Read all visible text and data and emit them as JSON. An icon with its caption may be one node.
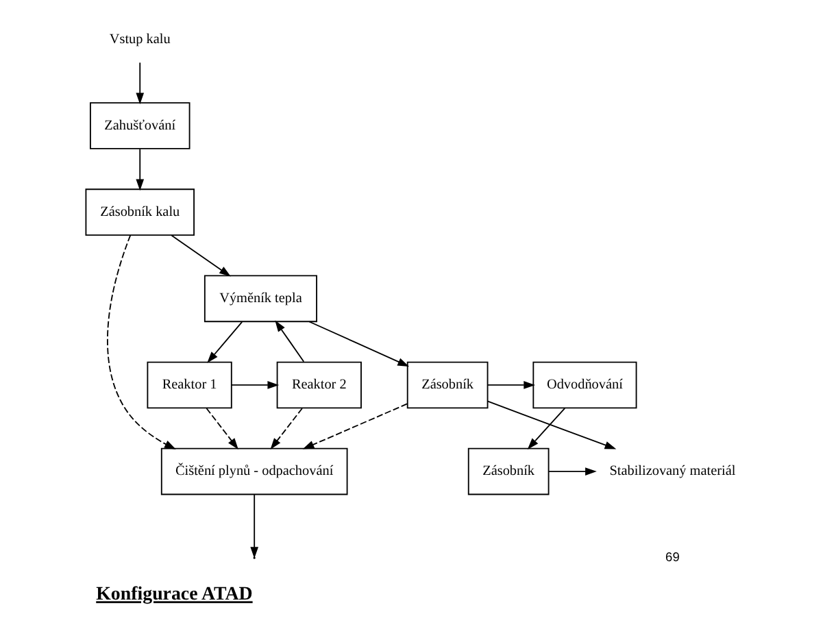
{
  "diagram": {
    "title": "Konfigurace ATAD",
    "nodes": [
      {
        "text": [
          "Vstup kalu"
        ]
      },
      {
        "text": [
          "Zahušťování"
        ]
      },
      {
        "text": [
          "Zásobník kalu"
        ]
      },
      {
        "text": [
          "Čištění plynů - odpachování"
        ]
      },
      {
        "text": [
          "Reaktor 1"
        ]
      },
      {
        "text": [
          "Reaktor 2"
        ]
      },
      {
        "text": [
          "Výměník tepla"
        ]
      },
      {
        "text": [
          "Zásobník"
        ]
      },
      {
        "text": [
          "Odvodňování"
        ]
      },
      {
        "text": [
          "Zásobník"
        ]
      },
      {
        "text": [
          "Stabilizovaný materiál"
        ]
      }
    ],
    "edges": [
      {
        "from": 0,
        "to": 1,
        "arrow": "to"
      },
      {
        "from": 1,
        "to": 2,
        "arrow": "to"
      },
      {
        "from": 2,
        "to": 3,
        "arrow": "to",
        "style": "dashed"
      },
      {
        "from": 4,
        "to": 3,
        "arrow": "to",
        "style": "dashed"
      },
      {
        "from": 5,
        "to": 3,
        "arrow": "to",
        "style": "dashed"
      },
      {
        "from": 7,
        "to": 3,
        "arrow": "to",
        "style": "dashed"
      },
      {
        "from": 3,
        "to": null,
        "arrow": "to"
      },
      {
        "from": 4,
        "to": 5,
        "arrow": "to"
      },
      {
        "from": 2,
        "to": 6,
        "arrow": "to"
      },
      {
        "from": 6,
        "to": 4,
        "arrow": "to"
      },
      {
        "from": 5,
        "to": 6,
        "arrow": "to"
      },
      {
        "from": 6,
        "to": 7,
        "arrow": "to"
      },
      {
        "from": 7,
        "to": 8,
        "arrow": "to"
      },
      {
        "from": 8,
        "to": 9,
        "arrow": "to"
      },
      {
        "from": 7,
        "to": 10,
        "arrow": "to"
      },
      {
        "from": 9,
        "to": 10,
        "arrow": "to"
      }
    ],
    "labels": [
      "69"
    ]
  }
}
